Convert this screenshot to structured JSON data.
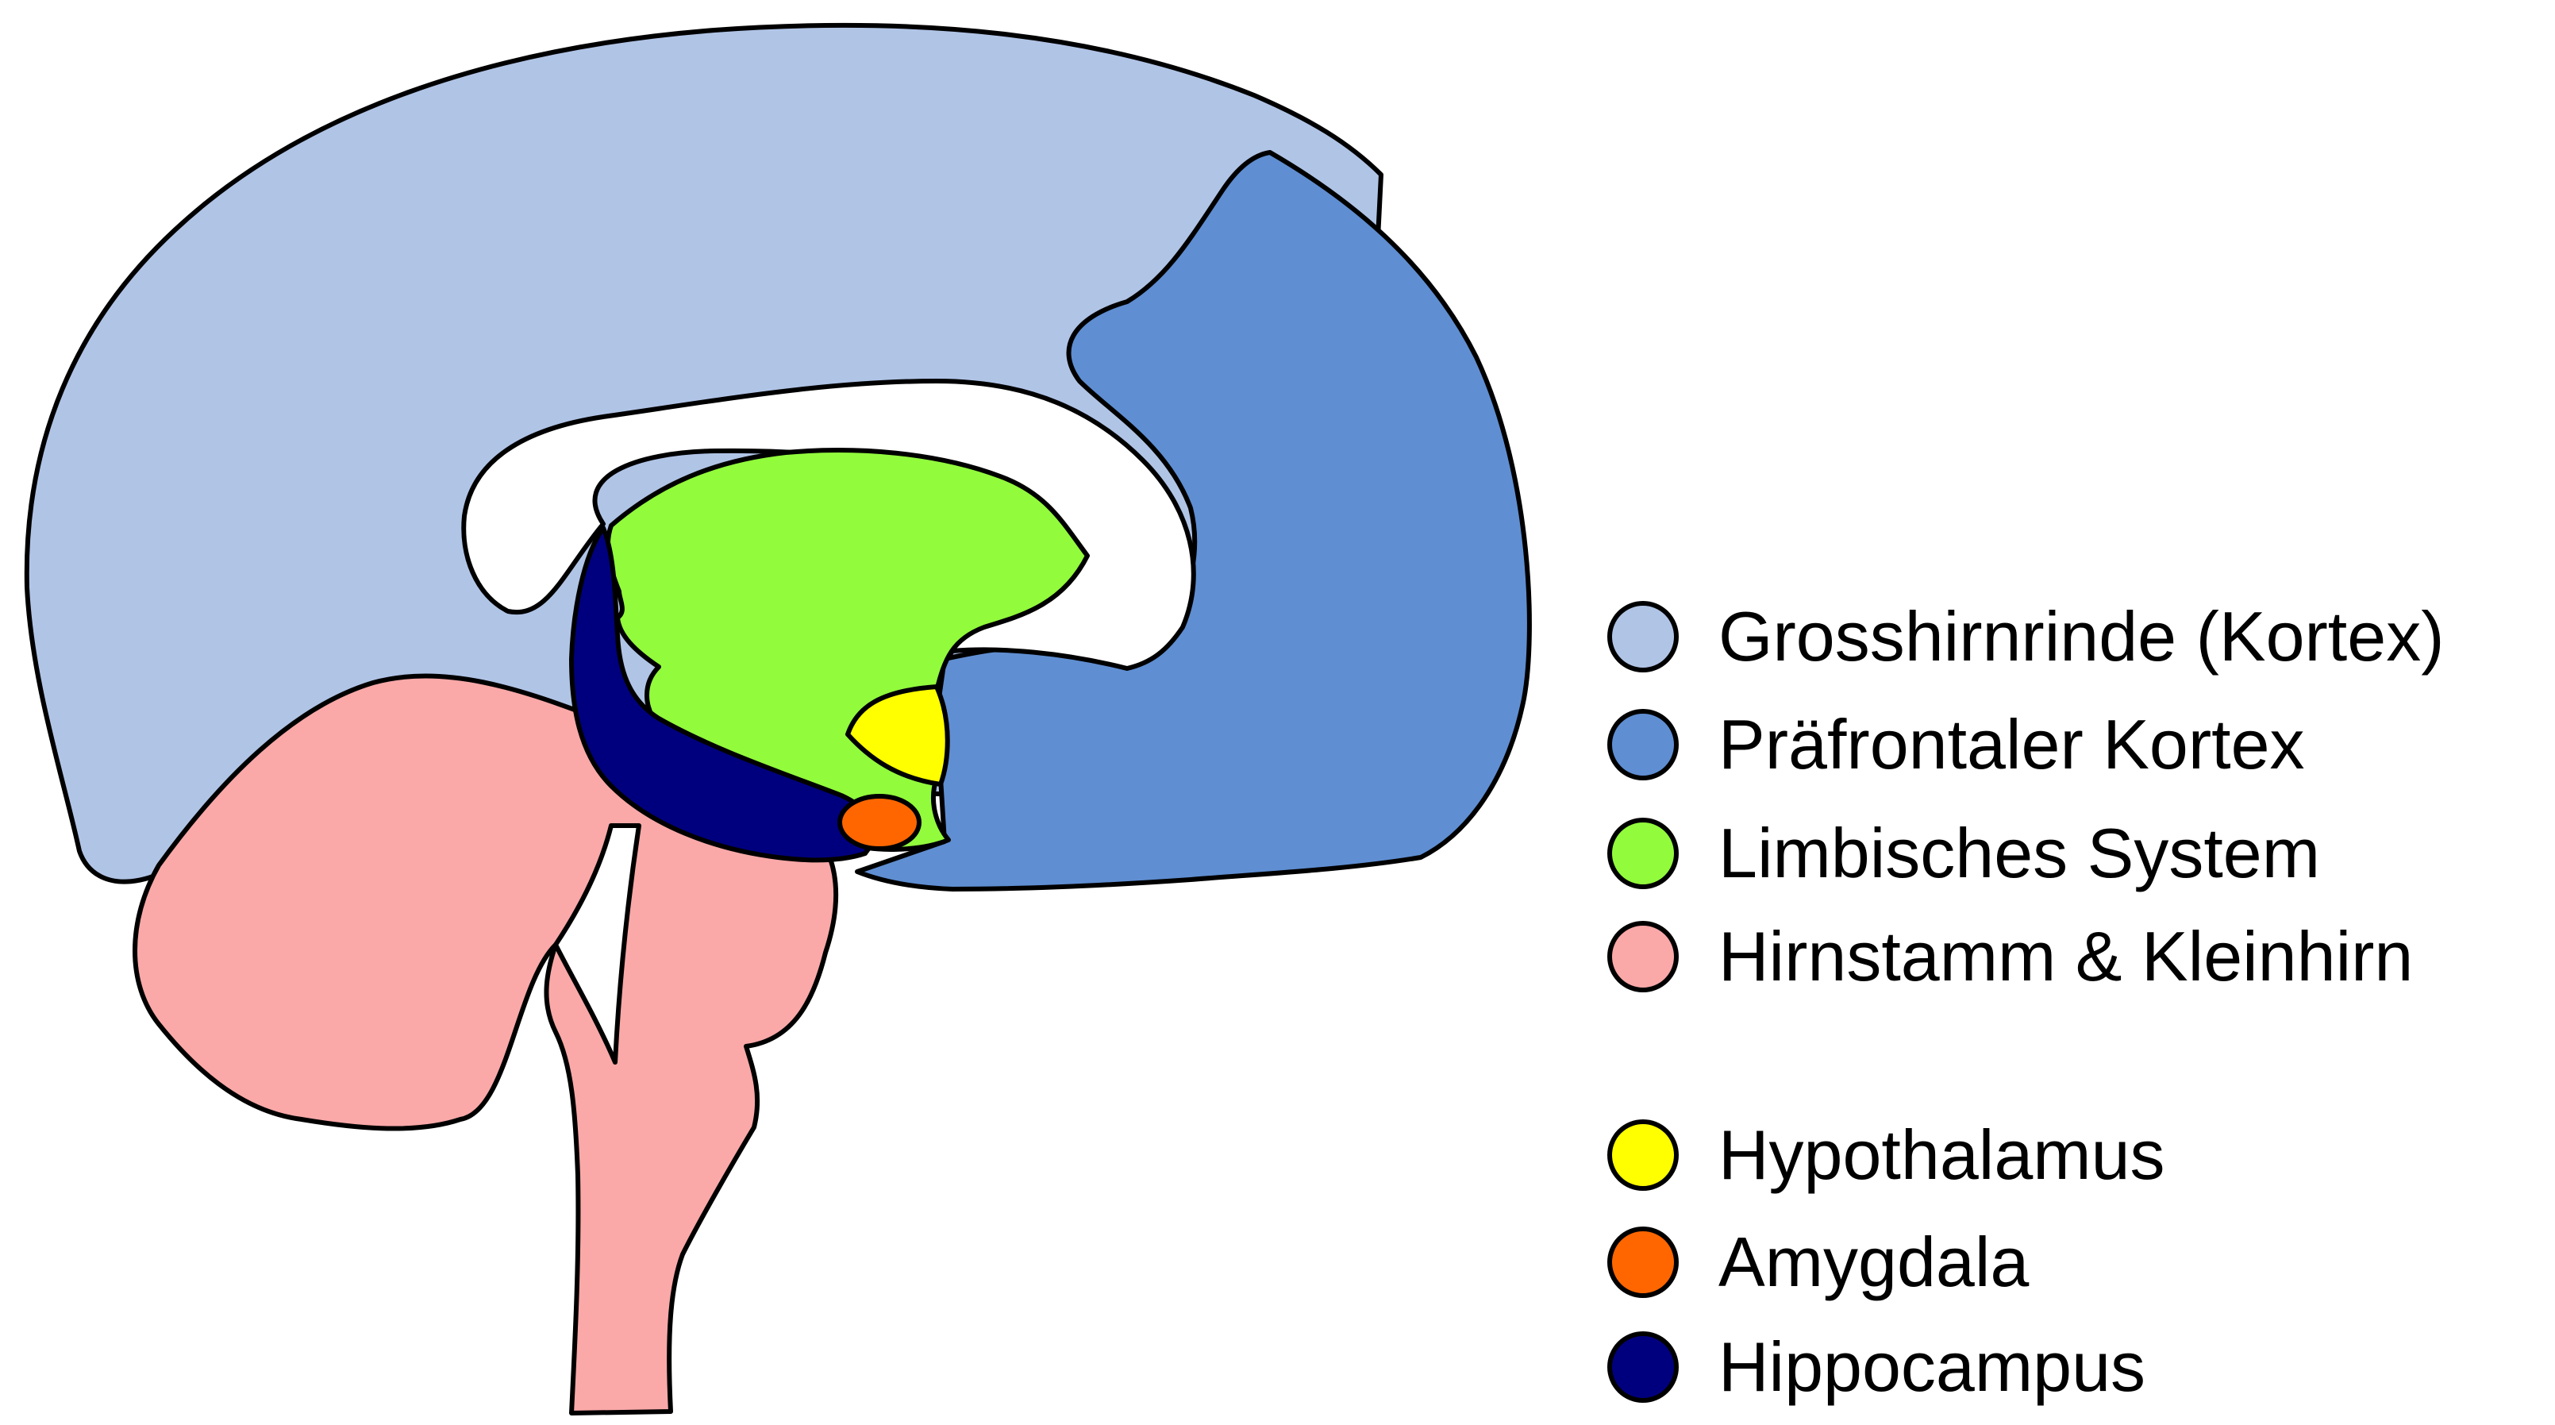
{
  "regions": [
    {
      "id": "cortex",
      "color": "#B0C4E6"
    },
    {
      "id": "prefrontal",
      "color": "#5F8ED2"
    },
    {
      "id": "brainstem",
      "color": "#FAA8A8"
    },
    {
      "id": "limbic",
      "color": "#92FC3C"
    },
    {
      "id": "hypothalamus",
      "color": "#FFFF00"
    },
    {
      "id": "amygdala",
      "color": "#FF6600"
    },
    {
      "id": "hippocampus",
      "color": "#00007E"
    }
  ],
  "legend": {
    "items": [
      {
        "label": "Grosshirnrinde (Kortex)",
        "color": "#B0C4E6"
      },
      {
        "label": "Präfrontaler Kortex",
        "color": "#5F8ED2"
      },
      {
        "label": "Limbisches System",
        "color": "#92FC3C"
      },
      {
        "label": "Hirnstamm & Kleinhirn",
        "color": "#FAA8A8"
      },
      {
        "label": "Hypothalamus",
        "color": "#FFFF00"
      },
      {
        "label": "Amygdala",
        "color": "#FF6600"
      },
      {
        "label": "Hippocampus",
        "color": "#00007E"
      }
    ]
  }
}
